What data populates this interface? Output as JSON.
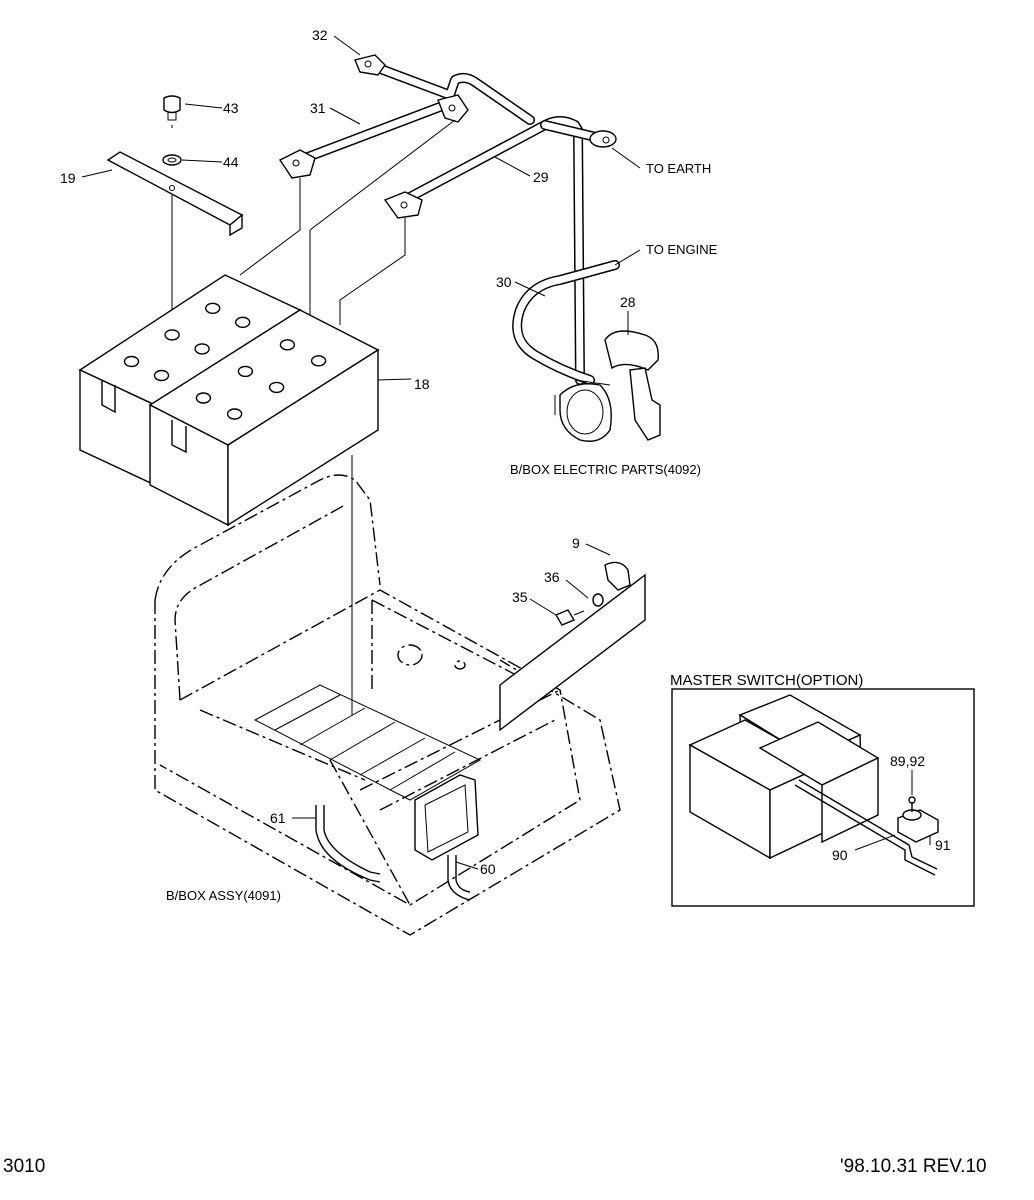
{
  "callouts": {
    "c32": "32",
    "c43": "43",
    "c31": "31",
    "c44": "44",
    "c19": "19",
    "c29": "29",
    "c30": "30",
    "c28": "28",
    "c18": "18",
    "c9": "9",
    "c36": "36",
    "c35": "35",
    "c61": "61",
    "c60": "60",
    "c89_92": "89,92",
    "c90": "90",
    "c91": "91"
  },
  "notes": {
    "to_earth": "TO EARTH",
    "to_engine": "TO ENGINE",
    "electric_parts": "B/BOX ELECTRIC PARTS(4092)",
    "box_assy": "B/BOX ASSY(4091)"
  },
  "inset": {
    "title": "MASTER SWITCH(OPTION)"
  },
  "footer": {
    "page_code": "3010",
    "revision": "'98.10.31 REV.10"
  }
}
